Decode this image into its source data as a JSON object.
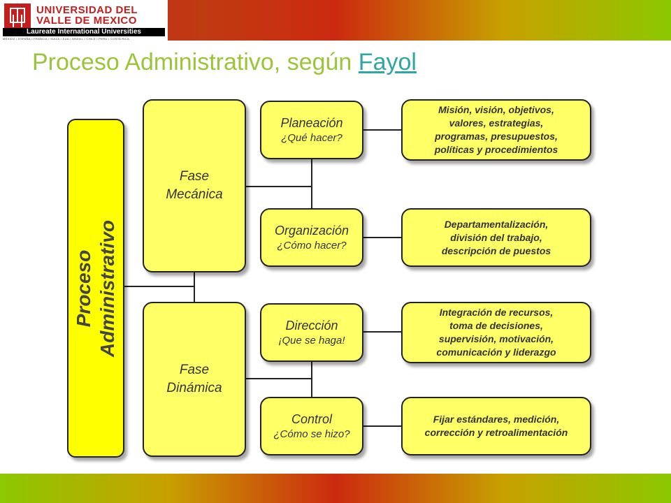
{
  "header": {
    "logo": {
      "line1": "UNIVERSIDAD DEL",
      "line2": "VALLE DE MEXICO",
      "band": "Laureate International Universities",
      "countries": "MÉXICO • ESPAÑA • FRANCIA • SUIZA • EUA • BRASIL • CHILE • PERÚ • COSTA RICA"
    }
  },
  "slide": {
    "title_prefix": "Proceso Administrativo, según ",
    "title_link": "Fayol"
  },
  "diagram": {
    "root": {
      "line1": "Proceso",
      "line2": "Administrativo"
    },
    "phases": [
      {
        "line1": "Fase",
        "line2": "Mecánica"
      },
      {
        "line1": "Fase",
        "line2": "Dinámica"
      }
    ],
    "functions": [
      {
        "name": "Planeación",
        "question": "¿Qué hacer?"
      },
      {
        "name": "Organización",
        "question": "¿Cómo hacer?"
      },
      {
        "name": "Dirección",
        "question": "¡Que se haga!"
      },
      {
        "name": "Control",
        "question": "¿Cómo se hizo?"
      }
    ],
    "descriptions": [
      {
        "lines": [
          "Misión, visión, objetivos,",
          "valores, estrategias,",
          "programas, presupuestos,",
          "políticas y procedimientos"
        ]
      },
      {
        "lines": [
          "Departamentalización,",
          "división del trabajo,",
          "descripción de puestos"
        ]
      },
      {
        "lines": [
          "Integración de recursos,",
          "toma de decisiones,",
          "supervisión, motivación,",
          "comunicación y liderazgo"
        ]
      },
      {
        "lines": [
          "Fijar estándares, medición,",
          "corrección y retroalimentación"
        ]
      }
    ]
  },
  "colors": {
    "box_fill": "#ffff66",
    "root_fill": "#ffff00",
    "title": "#9ac43a",
    "link": "#2fa6a0",
    "brand_red": "#c41e1e"
  }
}
